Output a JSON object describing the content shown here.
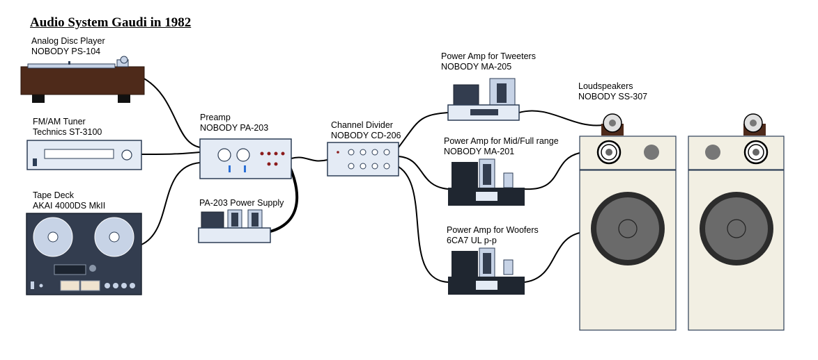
{
  "title": "Audio System Gaudi in 1982",
  "components": {
    "turntable": {
      "name": "Analog Disc Player",
      "model": "NOBODY  PS-104"
    },
    "tuner": {
      "name": "FM/AM Tuner",
      "model": "Technics  ST-3100"
    },
    "tape_deck": {
      "name": "Tape Deck",
      "model": "AKAI  4000DS MkII"
    },
    "preamp": {
      "name": "Preamp",
      "model": "NOBODY  PA-203"
    },
    "power_supply": {
      "name": "PA-203  Power Supply"
    },
    "channel_divider": {
      "name": "Channel Divider",
      "model": "NOBODY  CD-206"
    },
    "amp_tweeters": {
      "name": "Power Amp for  Tweeters",
      "model": "NOBODY  MA-205"
    },
    "amp_mid": {
      "name": "Power Amp for Mid/Full range",
      "model": "NOBODY  MA-201"
    },
    "amp_woofers": {
      "name": "Power Amp for Woofers",
      "model": "6CA7 UL p-p"
    },
    "loudspeakers": {
      "name": "Loudspeakers",
      "model": "NOBODY  SS-307"
    }
  },
  "colors": {
    "panel": "#e4ebf5",
    "panel_stroke": "#2c3d55",
    "wood": "#4e2a1a",
    "amp_chassis": "#1f2630",
    "tube_glass": "#c7d3e6",
    "speaker_cabinet": "#f2efe3",
    "cable": "#000000",
    "knob_red": "#8b1b1b"
  }
}
